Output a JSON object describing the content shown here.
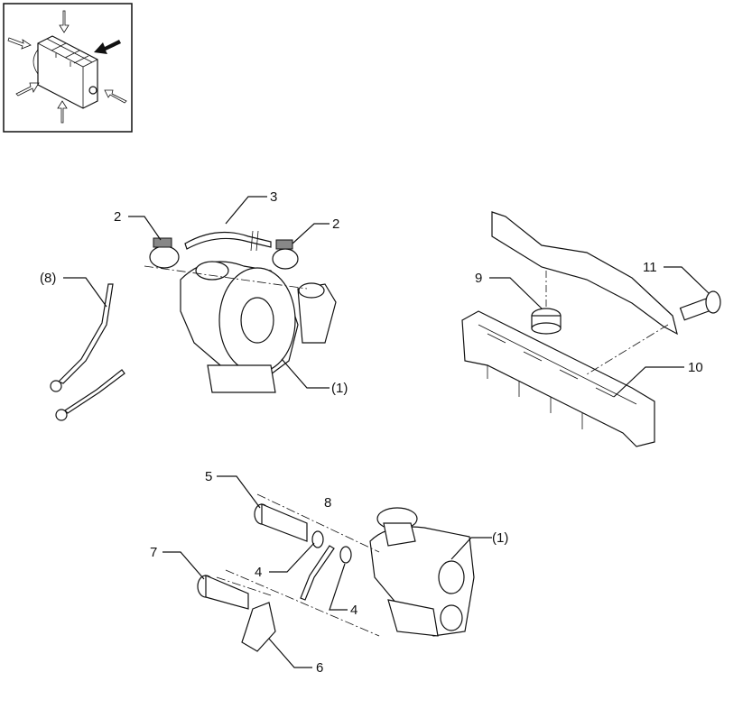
{
  "labels": {
    "clamp_top_left": "2",
    "pipe_top": "3",
    "clamp_top_right": "2",
    "oil_pipe_ref": "(8)",
    "turbo_top": "(1)",
    "plug": "9",
    "bolt": "11",
    "manifold": "10",
    "union_bolt": "5",
    "return_pipe": "8",
    "turbo_bottom": "(1)",
    "bolt_bottom": "7",
    "washer_left": "4",
    "washer_right": "4",
    "bracket": "6"
  }
}
